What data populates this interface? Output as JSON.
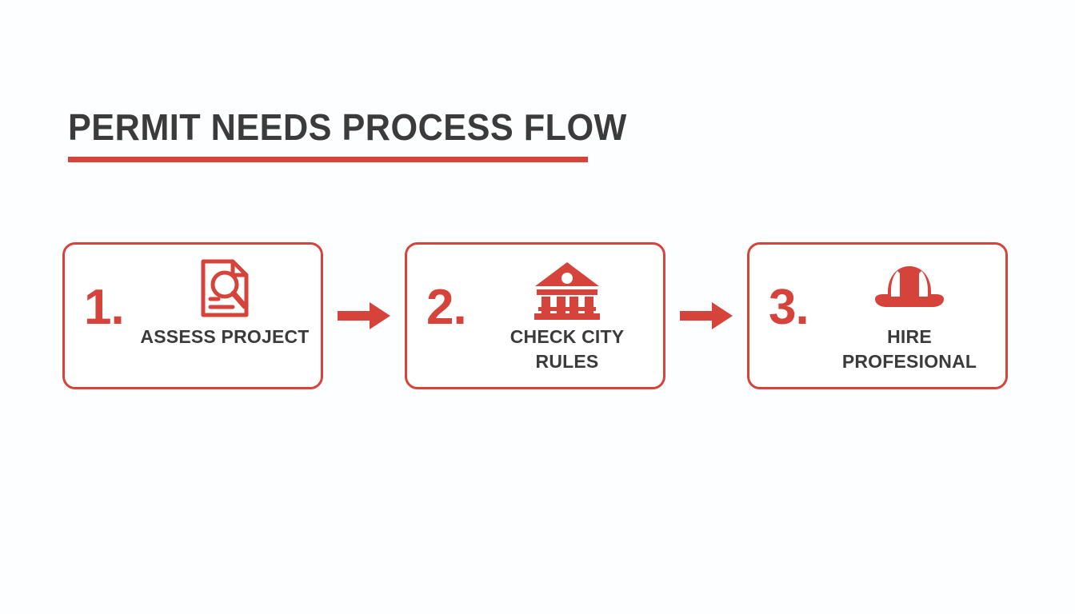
{
  "header": {
    "title": "PERMIT NEEDS PROCESS FLOW"
  },
  "colors": {
    "accent_red": "#d6433a",
    "text_dark": "#3b3b3b",
    "background": "#fdfeff",
    "card_fill": "#ffffff"
  },
  "flow": {
    "connector_icon": "arrow-right-icon",
    "steps": [
      {
        "number": "1.",
        "label": "ASSESS PROJECT",
        "icon": "document-search-icon"
      },
      {
        "number": "2.",
        "label": "CHECK CITY RULES",
        "icon": "government-building-icon"
      },
      {
        "number": "3.",
        "label": "HIRE PROFESIONAL",
        "icon": "hard-hat-icon"
      }
    ]
  }
}
